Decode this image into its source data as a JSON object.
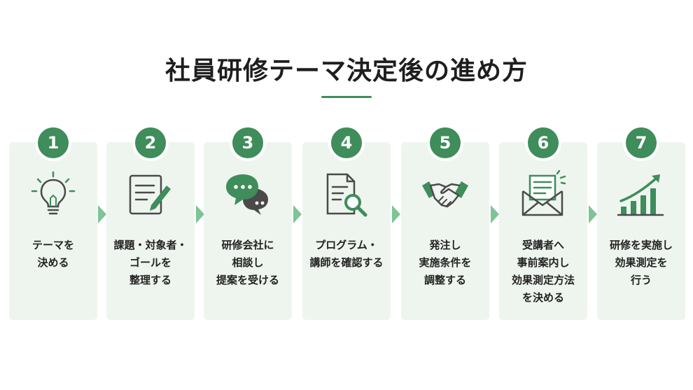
{
  "title": "社員研修テーマ決定後の進め方",
  "colors": {
    "accent": "#3e8d5a",
    "card_bg": "#eef5ee",
    "arrow": "#7fc497",
    "icon_dark": "#4a4a4a"
  },
  "steps": [
    {
      "number": "1",
      "icon": "lightbulb-icon",
      "label": "テーマを\n決める"
    },
    {
      "number": "2",
      "icon": "document-pencil-icon",
      "label": "課題・対象者・\nゴールを\n整理する"
    },
    {
      "number": "3",
      "icon": "chat-bubbles-icon",
      "label": "研修会社に\n相談し\n提案を受ける"
    },
    {
      "number": "4",
      "icon": "document-magnifier-icon",
      "label": "プログラム・\n講師を確認する"
    },
    {
      "number": "5",
      "icon": "handshake-icon",
      "label": "発注し\n実施条件を\n調整する"
    },
    {
      "number": "6",
      "icon": "envelope-icon",
      "label": "受講者へ\n事前案内し\n効果測定方法\nを決める"
    },
    {
      "number": "7",
      "icon": "growth-chart-icon",
      "label": "研修を実施し\n効果測定を\n行う"
    }
  ]
}
